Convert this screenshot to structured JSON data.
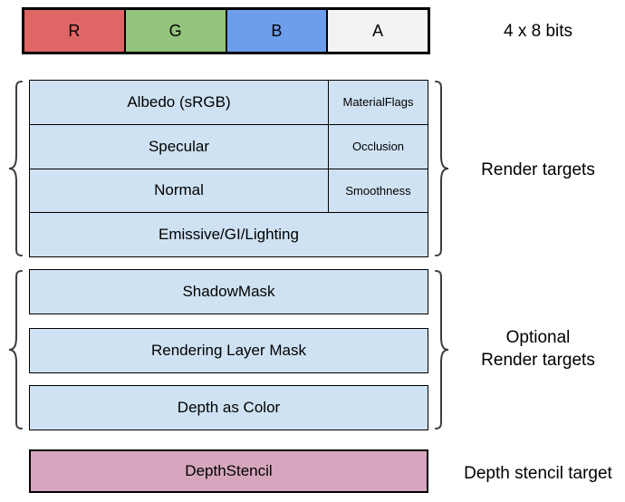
{
  "colors": {
    "box_fill_blue": "#cfe2f3",
    "box_fill_pink": "#d5a6bd",
    "border": "#000000",
    "brace": "#3d3d3d"
  },
  "bit_strip": {
    "annotation": "4 x 8 bits",
    "cells": [
      {
        "label": "R",
        "color": "#e06666"
      },
      {
        "label": "G",
        "color": "#93c47d"
      },
      {
        "label": "B",
        "color": "#6d9eeb"
      },
      {
        "label": "A",
        "color": "#f3f3f3"
      }
    ]
  },
  "render_targets": {
    "label": "Render targets",
    "rows": [
      {
        "main": "Albedo (sRGB)",
        "sub": "MaterialFlags"
      },
      {
        "main": "Specular",
        "sub": "Occlusion"
      },
      {
        "main": "Normal",
        "sub": "Smoothness"
      },
      {
        "main": "Emissive/GI/Lighting",
        "sub": ""
      }
    ]
  },
  "optional_render_targets": {
    "label_line1": "Optional",
    "label_line2": "Render targets",
    "rows": [
      "ShadowMask",
      "Rendering Layer Mask",
      "Depth as Color"
    ]
  },
  "depth_stencil": {
    "label": "Depth stencil target",
    "row": "DepthStencil"
  }
}
